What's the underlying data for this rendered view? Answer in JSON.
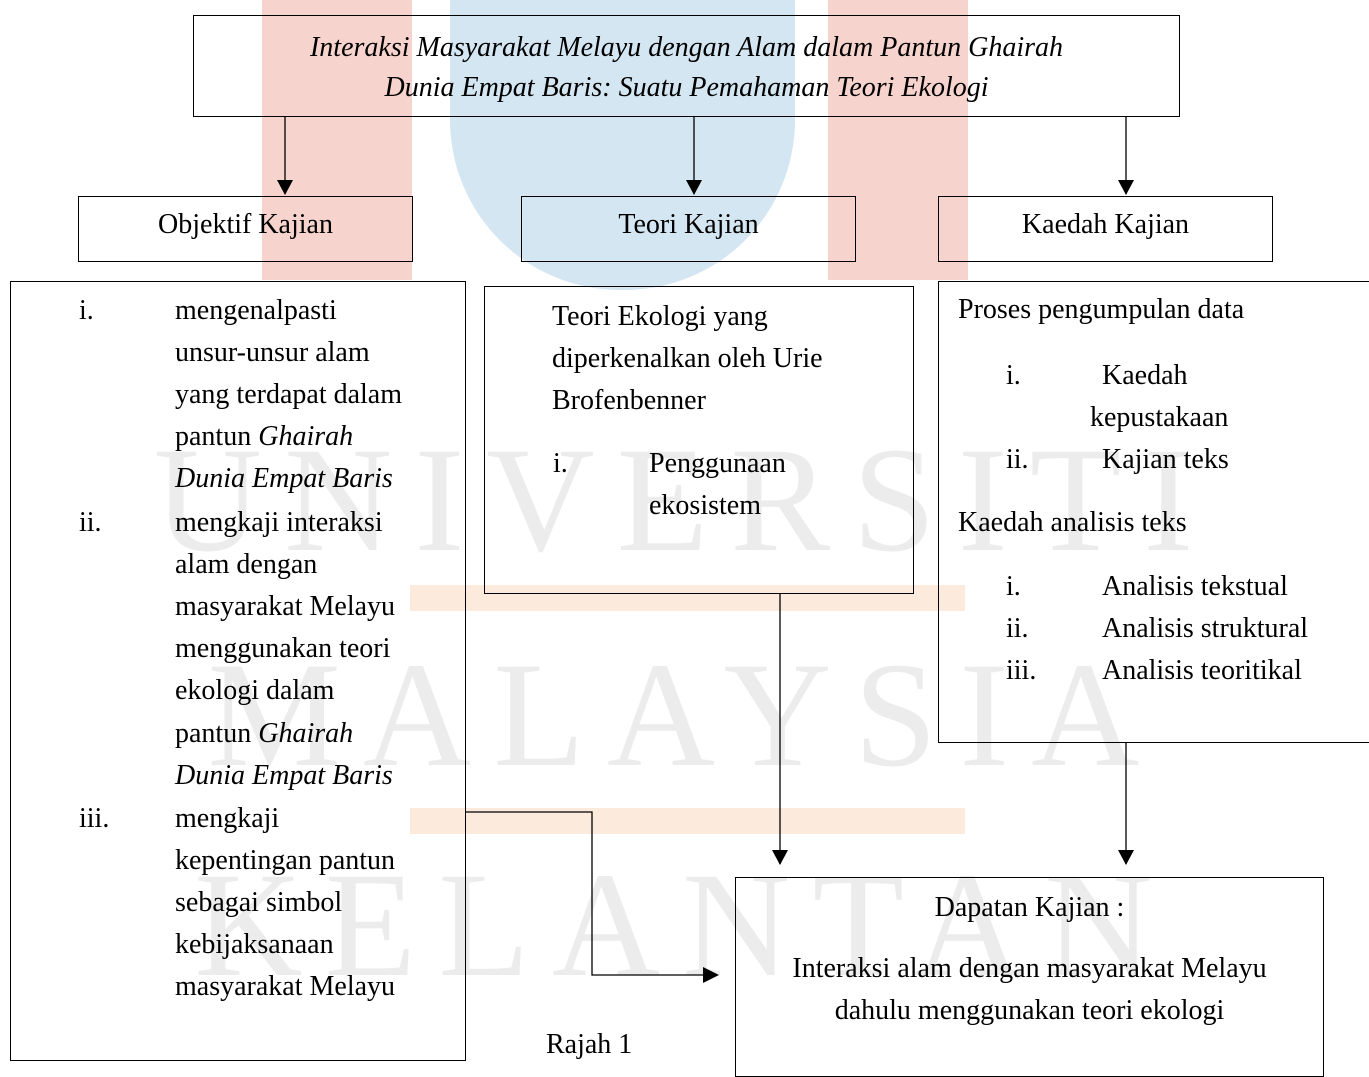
{
  "watermark": {
    "word1": "UNIVERSITI",
    "word2": "MALAYSIA",
    "word3": "KELANTAN",
    "colors": {
      "red": "#f4c7c0",
      "blue": "#c9dfee",
      "orange": "#fbe1c9"
    }
  },
  "title": {
    "line1": "Interaksi Masyarakat Melayu dengan Alam dalam Pantun Ghairah",
    "line2": "Dunia Empat Baris: Suatu Pemahaman Teori Ekologi"
  },
  "headers": {
    "objektif": "Objektif Kajian",
    "teori": "Teori Kajian",
    "kaedah": "Kaedah Kajian"
  },
  "objektif": {
    "items": [
      {
        "num": "i.",
        "lines": [
          "mengenalpasti",
          "unsur-unsur alam",
          "yang terdapat dalam"
        ],
        "pre": "pantun ",
        "ital1": "Ghairah",
        "ital2": "Dunia Empat Baris"
      },
      {
        "num": "ii.",
        "lines": [
          "mengkaji interaksi",
          "alam dengan",
          "masyarakat Melayu",
          "menggunakan teori",
          "ekologi dalam"
        ],
        "pre": "pantun ",
        "ital1": "Ghairah",
        "ital2": "Dunia Empat Baris"
      },
      {
        "num": "iii.",
        "lines": [
          "mengkaji",
          "kepentingan pantun",
          "sebagai simbol",
          "kebijaksanaan",
          "masyarakat Melayu"
        ]
      }
    ]
  },
  "teori": {
    "lines": [
      "Teori Ekologi yang",
      "diperkenalkan oleh Urie",
      "Brofenbenner"
    ],
    "item_num": "i.",
    "item_lines": [
      "Penggunaan",
      "ekosistem"
    ]
  },
  "kaedah": {
    "section1": "Proses pengumpulan data",
    "s1_items": [
      {
        "num": "i.",
        "lines": [
          "Kaedah",
          "kepustakaan"
        ]
      },
      {
        "num": "ii.",
        "lines": [
          "Kajian teks"
        ]
      }
    ],
    "section2": "Kaedah analisis teks",
    "s2_items": [
      {
        "num": "i.",
        "text": "Analisis tekstual"
      },
      {
        "num": "ii.",
        "text": "Analisis struktural"
      },
      {
        "num": "iii.",
        "text": "Analisis teoritikal"
      }
    ]
  },
  "dapatan": {
    "heading": "Dapatan Kajian :",
    "line1": "Interaksi alam dengan masyarakat Melayu",
    "line2": "dahulu menggunakan teori ekologi"
  },
  "caption": "Rajah 1"
}
